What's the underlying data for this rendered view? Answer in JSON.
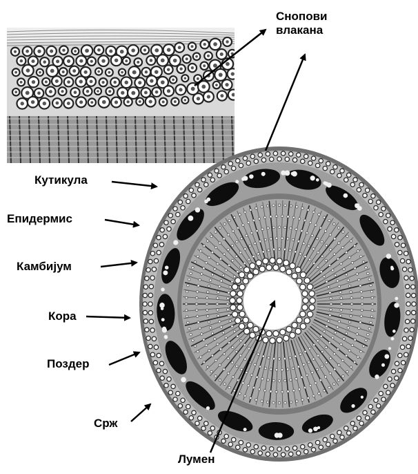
{
  "labels": {
    "fiber_bundles": [
      "Снопови",
      "влакана"
    ],
    "cuticle": "Кутикула",
    "epidermis": "Епидермис",
    "cambium": "Камбијум",
    "bark": "Кора",
    "pozder": "Поздер",
    "pith": "Срж",
    "lumen": "Лумен"
  },
  "colors": {
    "ink": "#000000",
    "background": "#ffffff",
    "tissue_gray": "#8a8a8a",
    "light_gray": "#d6d6d6"
  }
}
